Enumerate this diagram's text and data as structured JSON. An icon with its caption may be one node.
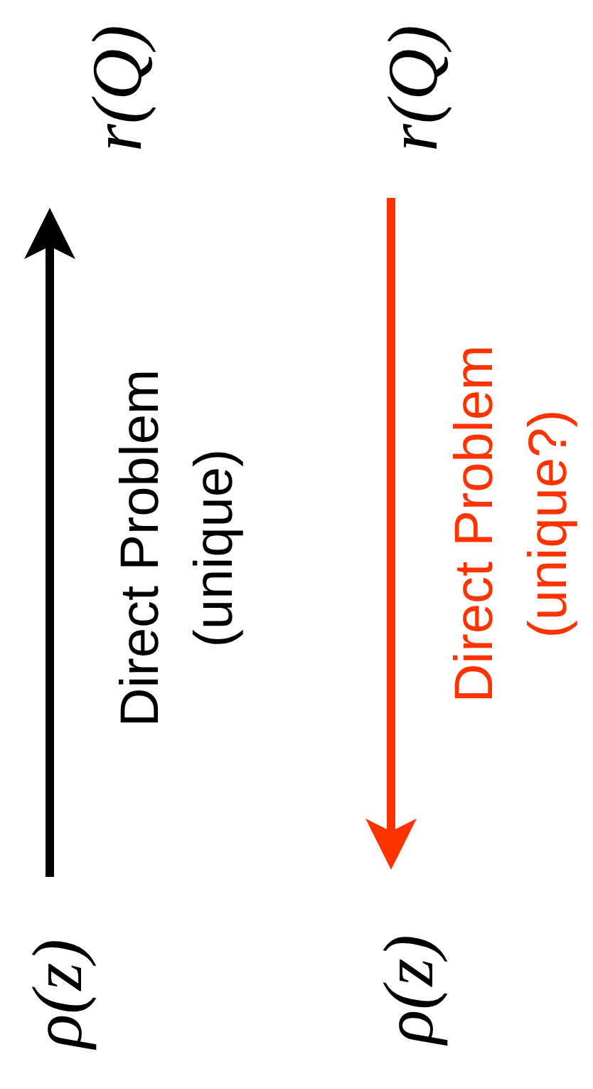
{
  "diagram": {
    "nodes": [
      {
        "text": [
          "r(Q)"
        ]
      },
      {
        "text": [
          "ρ(z)"
        ]
      },
      {
        "text": [
          "r(Q)"
        ]
      },
      {
        "text": [
          "ρ(z)"
        ]
      }
    ],
    "edges": [
      {
        "from": 1,
        "to": 0,
        "arrow": "to",
        "label": "Direct Problem (unique)"
      },
      {
        "from": 2,
        "to": 3,
        "arrow": "to",
        "label": "Direct Problem (unique?)",
        "color": "#ff3300"
      }
    ]
  }
}
